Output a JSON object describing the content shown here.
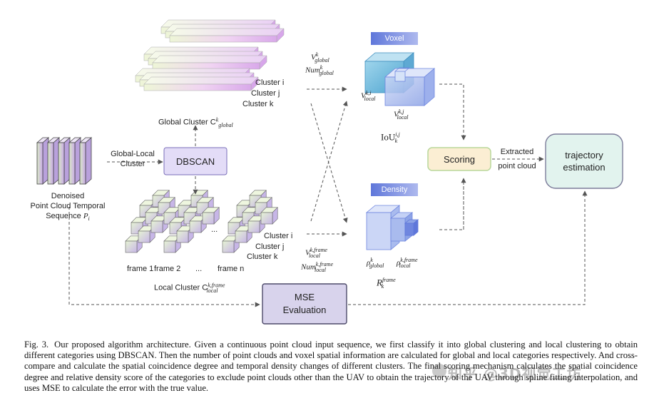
{
  "diagram": {
    "input_label": [
      "Denoised",
      "Point Cloud Temporal",
      "Sequence P_i"
    ],
    "global_local_label": [
      "Global-Local",
      "Cluster"
    ],
    "dbscan": "DBSCAN",
    "global_clusters": [
      "Cluster i",
      "Cluster j",
      "Cluster k"
    ],
    "global_cluster_label": "Global Cluster C",
    "global_cluster_sup": "k",
    "global_cluster_sub": "global",
    "local_clusters": [
      "Cluster i",
      "Cluster j",
      "Cluster k"
    ],
    "frames": [
      "frame 1",
      "frame 2",
      "...",
      "frame n"
    ],
    "frames_ellipsis": "...",
    "local_cluster_label": "Local Cluster C",
    "local_cluster_sup": "k,frame",
    "local_cluster_sub": "local",
    "v_global": "V",
    "v_global_sup": "k",
    "v_global_sub": "global",
    "num_global": "Num",
    "num_global_sup": "k",
    "num_global_sub": "global",
    "v_local_frame": "V",
    "v_local_frame_sup": "k,frame",
    "v_local_frame_sub": "local",
    "num_local_frame": "Num",
    "num_local_frame_sup": "k,frame",
    "num_local_frame_sub": "local",
    "voxel_tag": "Voxel",
    "v_local_i": "V",
    "v_local_i_sup": "k,i",
    "v_local_i_sub": "local",
    "v_local_j": "V",
    "v_local_j_sup": "k,j",
    "v_local_j_sub": "local",
    "iou": "IoU",
    "iou_sup": "i,j",
    "iou_sub": "k",
    "density_tag": "Density",
    "rho_global": "ρ",
    "rho_global_sup": "k",
    "rho_global_sub": "global",
    "rho_local": "ρ",
    "rho_local_sup": "k,frame",
    "rho_local_sub": "local",
    "r_frame": "R",
    "r_frame_sup": "frame",
    "r_frame_sub": "k",
    "scoring": "Scoring",
    "extracted": [
      "Extracted",
      "point cloud"
    ],
    "trajectory": [
      "trajectory",
      "estimation"
    ],
    "mse": [
      "MSE",
      "Evaluation"
    ]
  },
  "caption": {
    "fig": "Fig. 3.",
    "text": "Our proposed algorithm architecture. Given a continuous point cloud input sequence, we first classify it into global clustering and local clustering to obtain different categories using DBSCAN. Then the number of point clouds and voxel spatial information are calculated for global and local categories respectively. And cross-compare and calculate the spatial coincidence degree and temporal density changes of different clusters. The final scoring mechanism calculates the spatial coincidence degree and relative density score of the categories to exclude point clouds other than the UAV to obtain the trajectory of the UAV through spline fitting interpolation, and uses MSE to calculate the error with the true value."
  },
  "watermark": "知乎 @3D视觉工坊",
  "colors": {
    "dbscan_fill": "#e3dcf7",
    "mse_fill": "#d8d3ec",
    "scoring_fill": "#fbeed3",
    "scoring_border": "#cfe3b5",
    "trajectory_fill": "#e2f3ee",
    "voxel_tag": "#6f86df",
    "cube_a": "#6fb6da",
    "cube_b": "#b6c7f3",
    "bar_violet": "#e8b9ee",
    "bar_green": "#eef6d7",
    "arrow": "#555555"
  }
}
